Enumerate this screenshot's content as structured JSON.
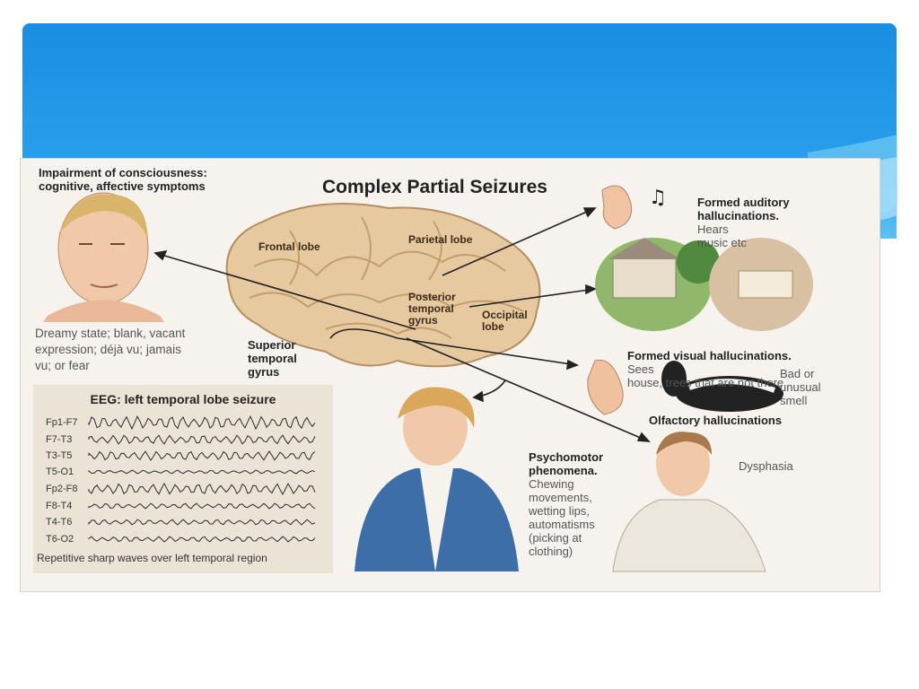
{
  "figure": {
    "title": "Complex Partial Seizures",
    "consciousness": {
      "heading": "Impairment of consciousness:\ncognitive, affective symptoms",
      "desc": "Dreamy state; blank, vacant\nexpression; déjà vu; jamais\nvu; or fear"
    },
    "brain_labels": {
      "frontal": "Frontal lobe",
      "parietal": "Parietal lobe",
      "posterior_temporal": "Posterior\ntemporal\ngyrus",
      "occipital": "Occipital\nlobe",
      "superior_temporal": "Superior\ntemporal\ngyrus"
    },
    "auditory": {
      "bold": "Formed auditory\nhallucinations.",
      "rest": "Hears\nmusic etc"
    },
    "visual": {
      "bold": "Formed visual hallucinations.",
      "rest": "Sees\nhouse, trees that are not there"
    },
    "olfactory": {
      "smell": "Bad or\nunusual\nsmell",
      "label": "Olfactory hallucinations"
    },
    "psychomotor": {
      "bold": "Psychomotor\nphenomena.",
      "rest": "Chewing\nmovements,\nwetting lips,\nautomatisms\n(picking at\nclothing)"
    },
    "dysphasia": "Dysphasia",
    "eeg": {
      "title": "EEG: left temporal lobe seizure",
      "channels": [
        "Fp1-F7",
        "F7-T3",
        "T3-T5",
        "T5-O1",
        "Fp2-F8",
        "F8-T4",
        "T4-T6",
        "T6-O2"
      ],
      "caption": "Repetitive sharp waves over left temporal region"
    }
  },
  "colors": {
    "banner": "#1a8ee0",
    "figure_bg": "#f6f3ee",
    "brain": "#e7c9a0"
  }
}
